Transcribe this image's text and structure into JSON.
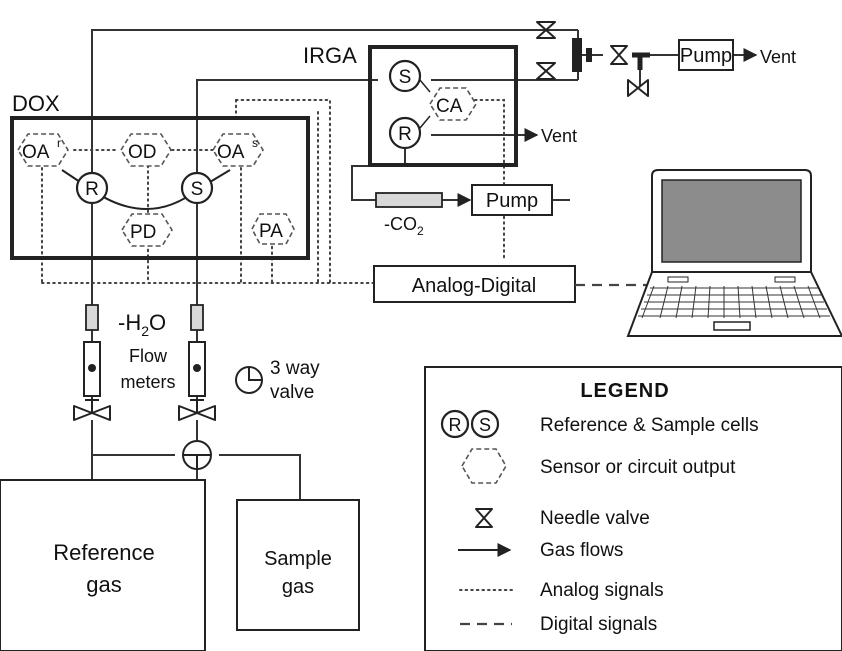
{
  "labels": {
    "dox": "DOX",
    "irga": "IRGA",
    "pump_top": "Pump",
    "vent_top": "Vent",
    "pump_mid": "Pump",
    "vent_mid": "Vent",
    "co2_scrubber": "-CO",
    "co2_sub": "2",
    "h2o_scrubber_pre": "-H",
    "h2o_sub": "2",
    "h2o_scrubber_post": "O",
    "flow_meters_1": "Flow",
    "flow_meters_2": "meters",
    "three_way_1": "3 way",
    "three_way_2": "valve",
    "analog_digital": "Analog-Digital",
    "reference_gas_1": "Reference",
    "reference_gas_2": "gas",
    "sample_gas_1": "Sample",
    "sample_gas_2": "gas"
  },
  "sensors": {
    "oar_main": "OA",
    "oar_sup": "r",
    "od": "OD",
    "oas_main": "OA",
    "oas_sup": "s",
    "pd": "PD",
    "pa": "PA",
    "ca": "CA"
  },
  "cells": {
    "dox_reference": "R",
    "dox_sample": "S",
    "irga_sample": "S",
    "irga_reference": "R"
  },
  "legend": {
    "title": "Legend",
    "cells_r": "R",
    "cells_s": "S",
    "cells_text": "Reference & Sample cells",
    "sensor_text": "Sensor or circuit output",
    "needle_text": "Needle valve",
    "gas_text": "Gas flows",
    "analog_text": "Analog signals",
    "digital_text": "Digital signals"
  }
}
